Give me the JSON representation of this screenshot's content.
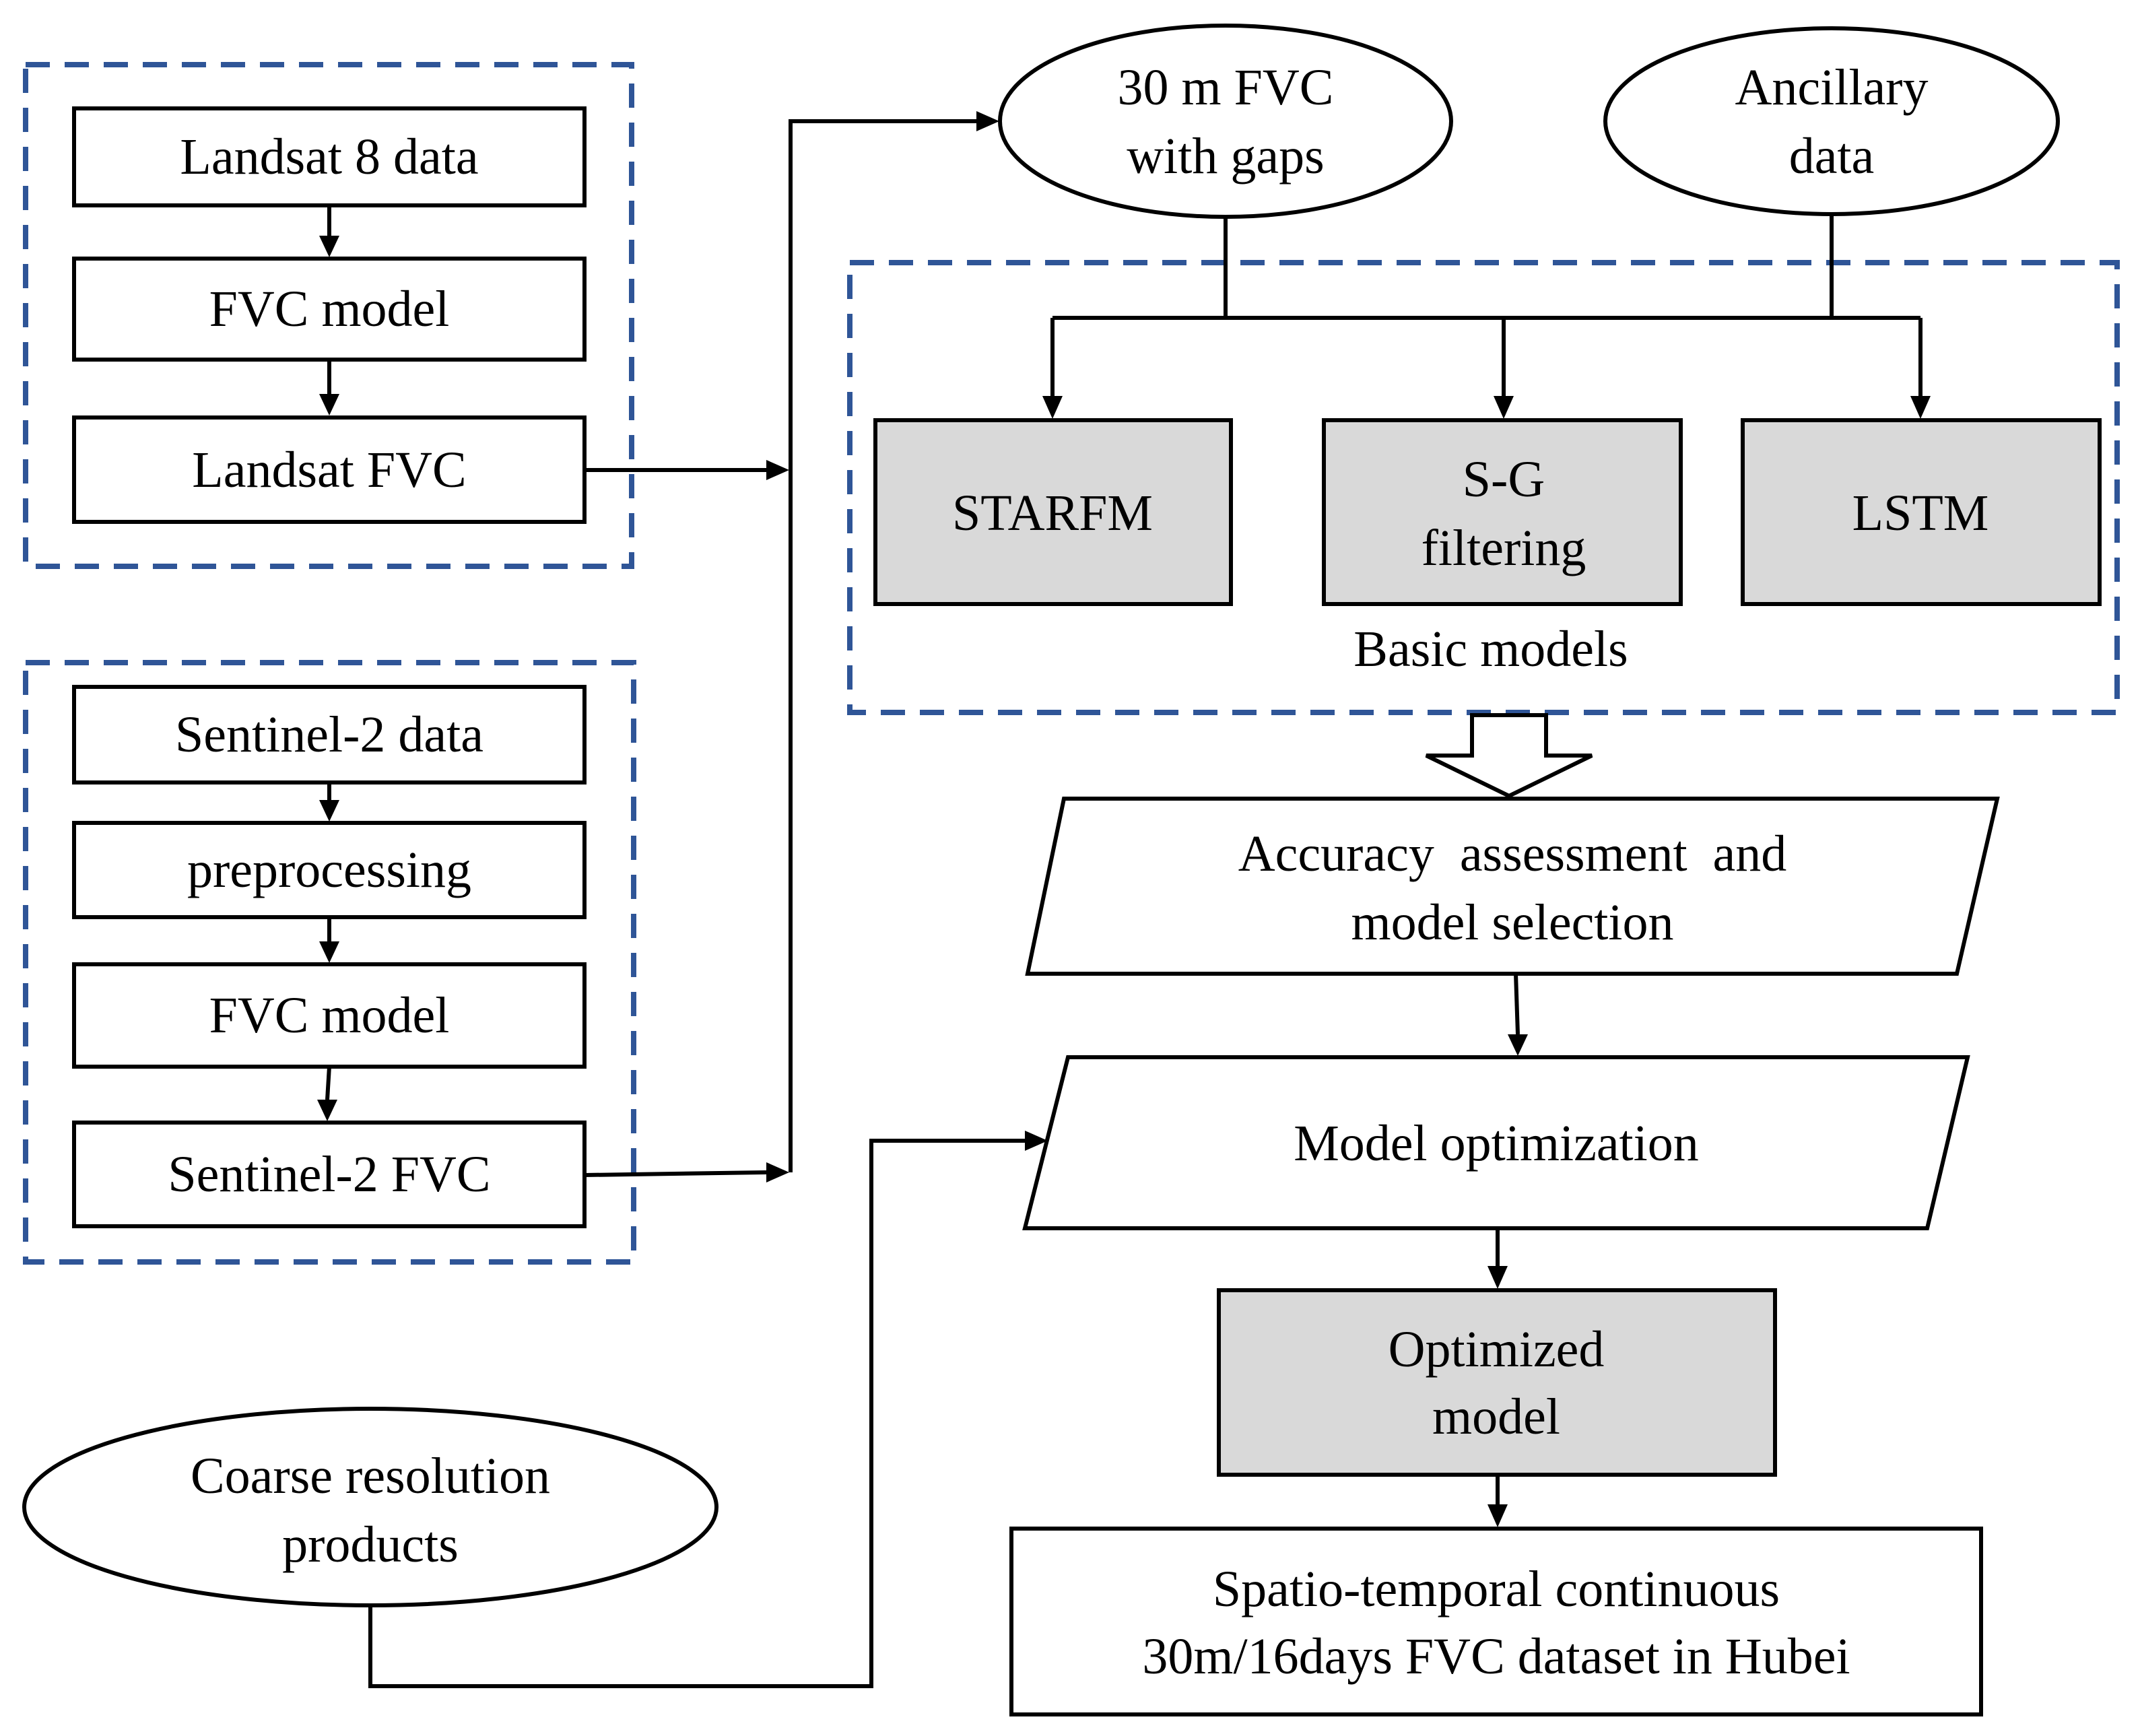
{
  "landsat_group": {
    "data_label": "Landsat 8 data",
    "model_label": "FVC model",
    "fvc_label": "Landsat FVC"
  },
  "sentinel_group": {
    "data_label": "Sentinel-2 data",
    "preprocessing_label": "preprocessing",
    "model_label": "FVC model",
    "fvc_label": "Sentinel-2 FVC"
  },
  "fvc_gaps": {
    "line1": "30 m FVC",
    "line2": "with gaps"
  },
  "ancillary": {
    "line1": "Ancillary",
    "line2": "data"
  },
  "basic_models": {
    "caption": "Basic models",
    "starfm": "STARFM",
    "sg_line1": "S-G",
    "sg_line2": "filtering",
    "lstm": "LSTM"
  },
  "accuracy": {
    "line1": "Accuracy  assessment  and",
    "line2": "model selection"
  },
  "optimization": {
    "label": "Model optimization"
  },
  "optimized_model": {
    "line1": "Optimized",
    "line2": "model"
  },
  "coarse": {
    "line1": "Coarse resolution",
    "line2": "products"
  },
  "output": {
    "line1": "Spatio-temporal continuous",
    "line2": "30m/16days FVC dataset in Hubei"
  },
  "colors": {
    "group_border": "#2f5597",
    "model_fill": "#d9d9d9",
    "stroke": "#000000"
  }
}
